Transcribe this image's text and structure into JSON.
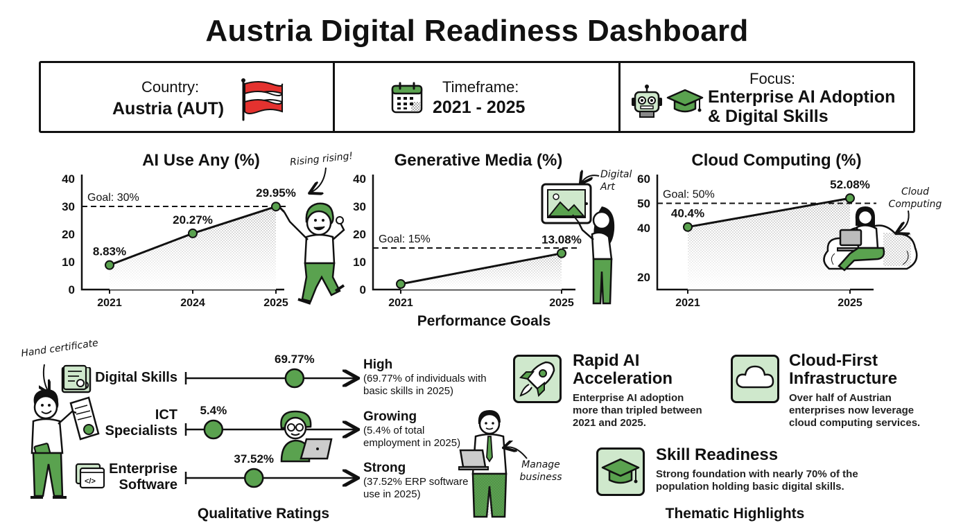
{
  "title": "Austria Digital Readiness Dashboard",
  "info": {
    "country_label": "Country:",
    "country_value": "Austria (AUT)",
    "timeframe_label": "Timeframe:",
    "timeframe_value": "2021 - 2025",
    "focus_label": "Focus:",
    "focus_line1": "Enterprise AI Adoption",
    "focus_line2": "& Digital Skills"
  },
  "colors": {
    "accent": "#5aa24f",
    "accent_light": "#cfe8cc",
    "ink": "#111111"
  },
  "icons": [
    "austria-flag-icon",
    "calendar-icon",
    "robot-icon",
    "graduation-cap-icon",
    "rocket-icon",
    "cloud-icon",
    "certificate-icon",
    "software-icon"
  ],
  "chart_data": [
    {
      "type": "line",
      "title": "AI Use Any (%)",
      "x": [
        "2021",
        "2024",
        "2025"
      ],
      "values": [
        8.83,
        20.27,
        29.95
      ],
      "data_labels": [
        "8.83%",
        "20.27%",
        "29.95%"
      ],
      "goal": 30,
      "goal_label": "Goal: 30%",
      "ylim": [
        0,
        40
      ],
      "yticks": [
        0,
        10,
        20,
        30,
        40
      ],
      "annotation": "Rising rising!"
    },
    {
      "type": "line",
      "title": "Generative Media (%)",
      "x": [
        "2021",
        "2025"
      ],
      "values": [
        2,
        13.08
      ],
      "data_labels": [
        "",
        "13.08%"
      ],
      "goal": 15,
      "goal_label": "Goal: 15%",
      "ylim": [
        0,
        40
      ],
      "yticks": [
        0,
        10,
        20,
        30,
        40
      ],
      "annotation": "Digital Art"
    },
    {
      "type": "line",
      "title": "Cloud Computing (%)",
      "x": [
        "2021",
        "2025"
      ],
      "values": [
        40.4,
        52.08
      ],
      "data_labels": [
        "40.4%",
        "52.08%"
      ],
      "goal": 50,
      "goal_label": "Goal: 50%",
      "ylim": [
        15,
        60
      ],
      "yticks": [
        20,
        40,
        50,
        60
      ],
      "annotation": "Cloud Computing"
    }
  ],
  "performance_goals_label": "Performance Goals",
  "ratings": {
    "label": "Qualitative Ratings",
    "note": "Hand certificate",
    "manage_note": "Manage business",
    "items": [
      {
        "name_line1": "Digital Skills",
        "name_line2": "",
        "value_label": "69.77%",
        "value": 69.77,
        "status": "High",
        "detail": [
          "(69.77% of individuals with",
          "basic skills in 2025)"
        ]
      },
      {
        "name_line1": "ICT",
        "name_line2": "Specialists",
        "value_label": "5.4%",
        "value": 5.4,
        "status": "Growing",
        "detail": [
          "(5.4% of total",
          "employment in 2025)"
        ]
      },
      {
        "name_line1": "Enterprise",
        "name_line2": "Software",
        "value_label": "37.52%",
        "value": 37.52,
        "status": "Strong",
        "detail": [
          "(37.52% ERP software",
          "use in 2025)"
        ]
      }
    ]
  },
  "highlights": {
    "label": "Thematic Highlights",
    "items": [
      {
        "title_line1": "Rapid AI",
        "title_line2": "Acceleration",
        "text": [
          "Enterprise AI adoption",
          "more than tripled between",
          "2021 and 2025."
        ],
        "icon": "rocket-icon"
      },
      {
        "title_line1": "Cloud-First",
        "title_line2": "Infrastructure",
        "text": [
          "Over half of Austrian",
          "enterprises now leverage",
          "cloud computing services."
        ],
        "icon": "cloud-icon"
      },
      {
        "title_line1": "Skill Readiness",
        "title_line2": "",
        "text": [
          "Strong foundation with nearly 70% of the",
          "population holding basic digital skills."
        ],
        "icon": "graduation-cap-icon"
      }
    ]
  }
}
